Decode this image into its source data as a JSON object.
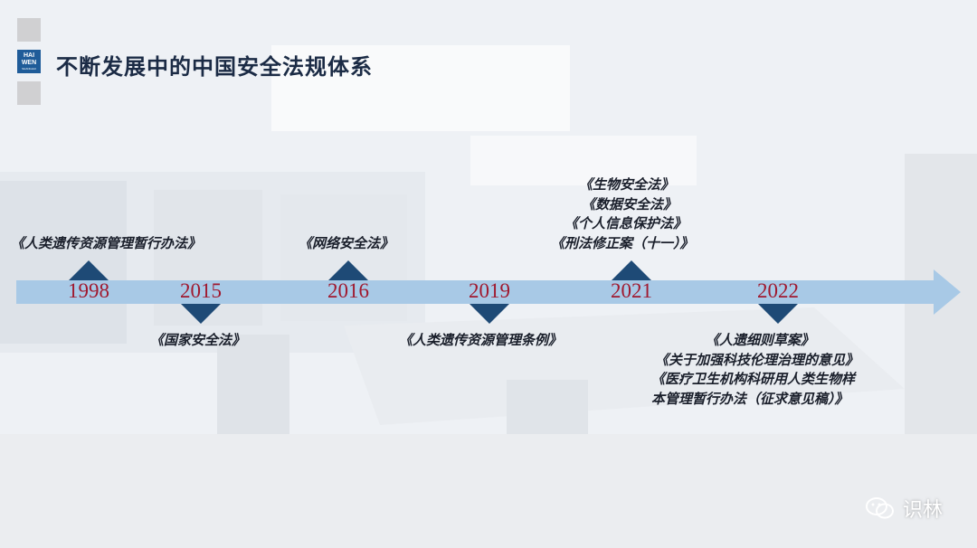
{
  "title": "不断发展中的中国安全法规体系",
  "brand": {
    "line1": "HAI",
    "line2": "WEN",
    "line3": "SHANGHAI"
  },
  "timeline": {
    "arrow_color": "#a8c9e6",
    "marker_color": "#1e4a76",
    "year_color": "#a0192f",
    "entries": [
      {
        "year": "1998",
        "side": "above",
        "events": [
          "《人类遗传资源管理暂行办法》"
        ]
      },
      {
        "year": "2015",
        "side": "below",
        "events": [
          "《国家安全法》"
        ]
      },
      {
        "year": "2016",
        "side": "above",
        "events": [
          "《网络安全法》"
        ]
      },
      {
        "year": "2019",
        "side": "below",
        "events": [
          "《人类遗传资源管理条例》"
        ]
      },
      {
        "year": "2021",
        "side": "above",
        "events": [
          "《生物安全法》",
          "《数据安全法》",
          "《个人信息保护法》",
          "《刑法修正案（十一）》"
        ]
      },
      {
        "year": "2022",
        "side": "below",
        "events": [
          "《人遗细则草案》",
          "《关于加强科技伦理治理的意见》",
          "《医疗卫生机构科研用人类生物样",
          "本管理暂行办法（征求意见稿）》"
        ]
      }
    ]
  },
  "watermark": {
    "text": "识林",
    "icon": "wechat-icon"
  }
}
